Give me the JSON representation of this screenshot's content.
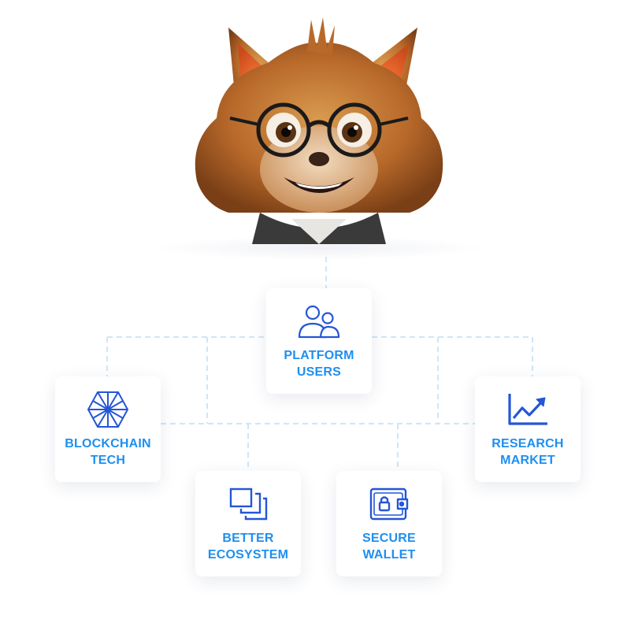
{
  "colors": {
    "accent_text": "#1e8ff0",
    "icon_stroke": "#2456d6",
    "connector": "#cfe6f7"
  },
  "mascot": {
    "icon": "fox-mascot-icon"
  },
  "nodes": {
    "platform_users": {
      "label": "PLATFORM\nUSERS",
      "icon": "users-icon"
    },
    "blockchain_tech": {
      "label": "BLOCKCHAIN\nTECH",
      "icon": "hexagon-network-icon"
    },
    "research_market": {
      "label": "RESEARCH\nMARKET",
      "icon": "trend-chart-icon"
    },
    "better_ecosystem": {
      "label": "BETTER\nECOSYSTEM",
      "icon": "layered-windows-icon"
    },
    "secure_wallet": {
      "label": "SECURE\nWALLET",
      "icon": "wallet-lock-icon"
    }
  }
}
